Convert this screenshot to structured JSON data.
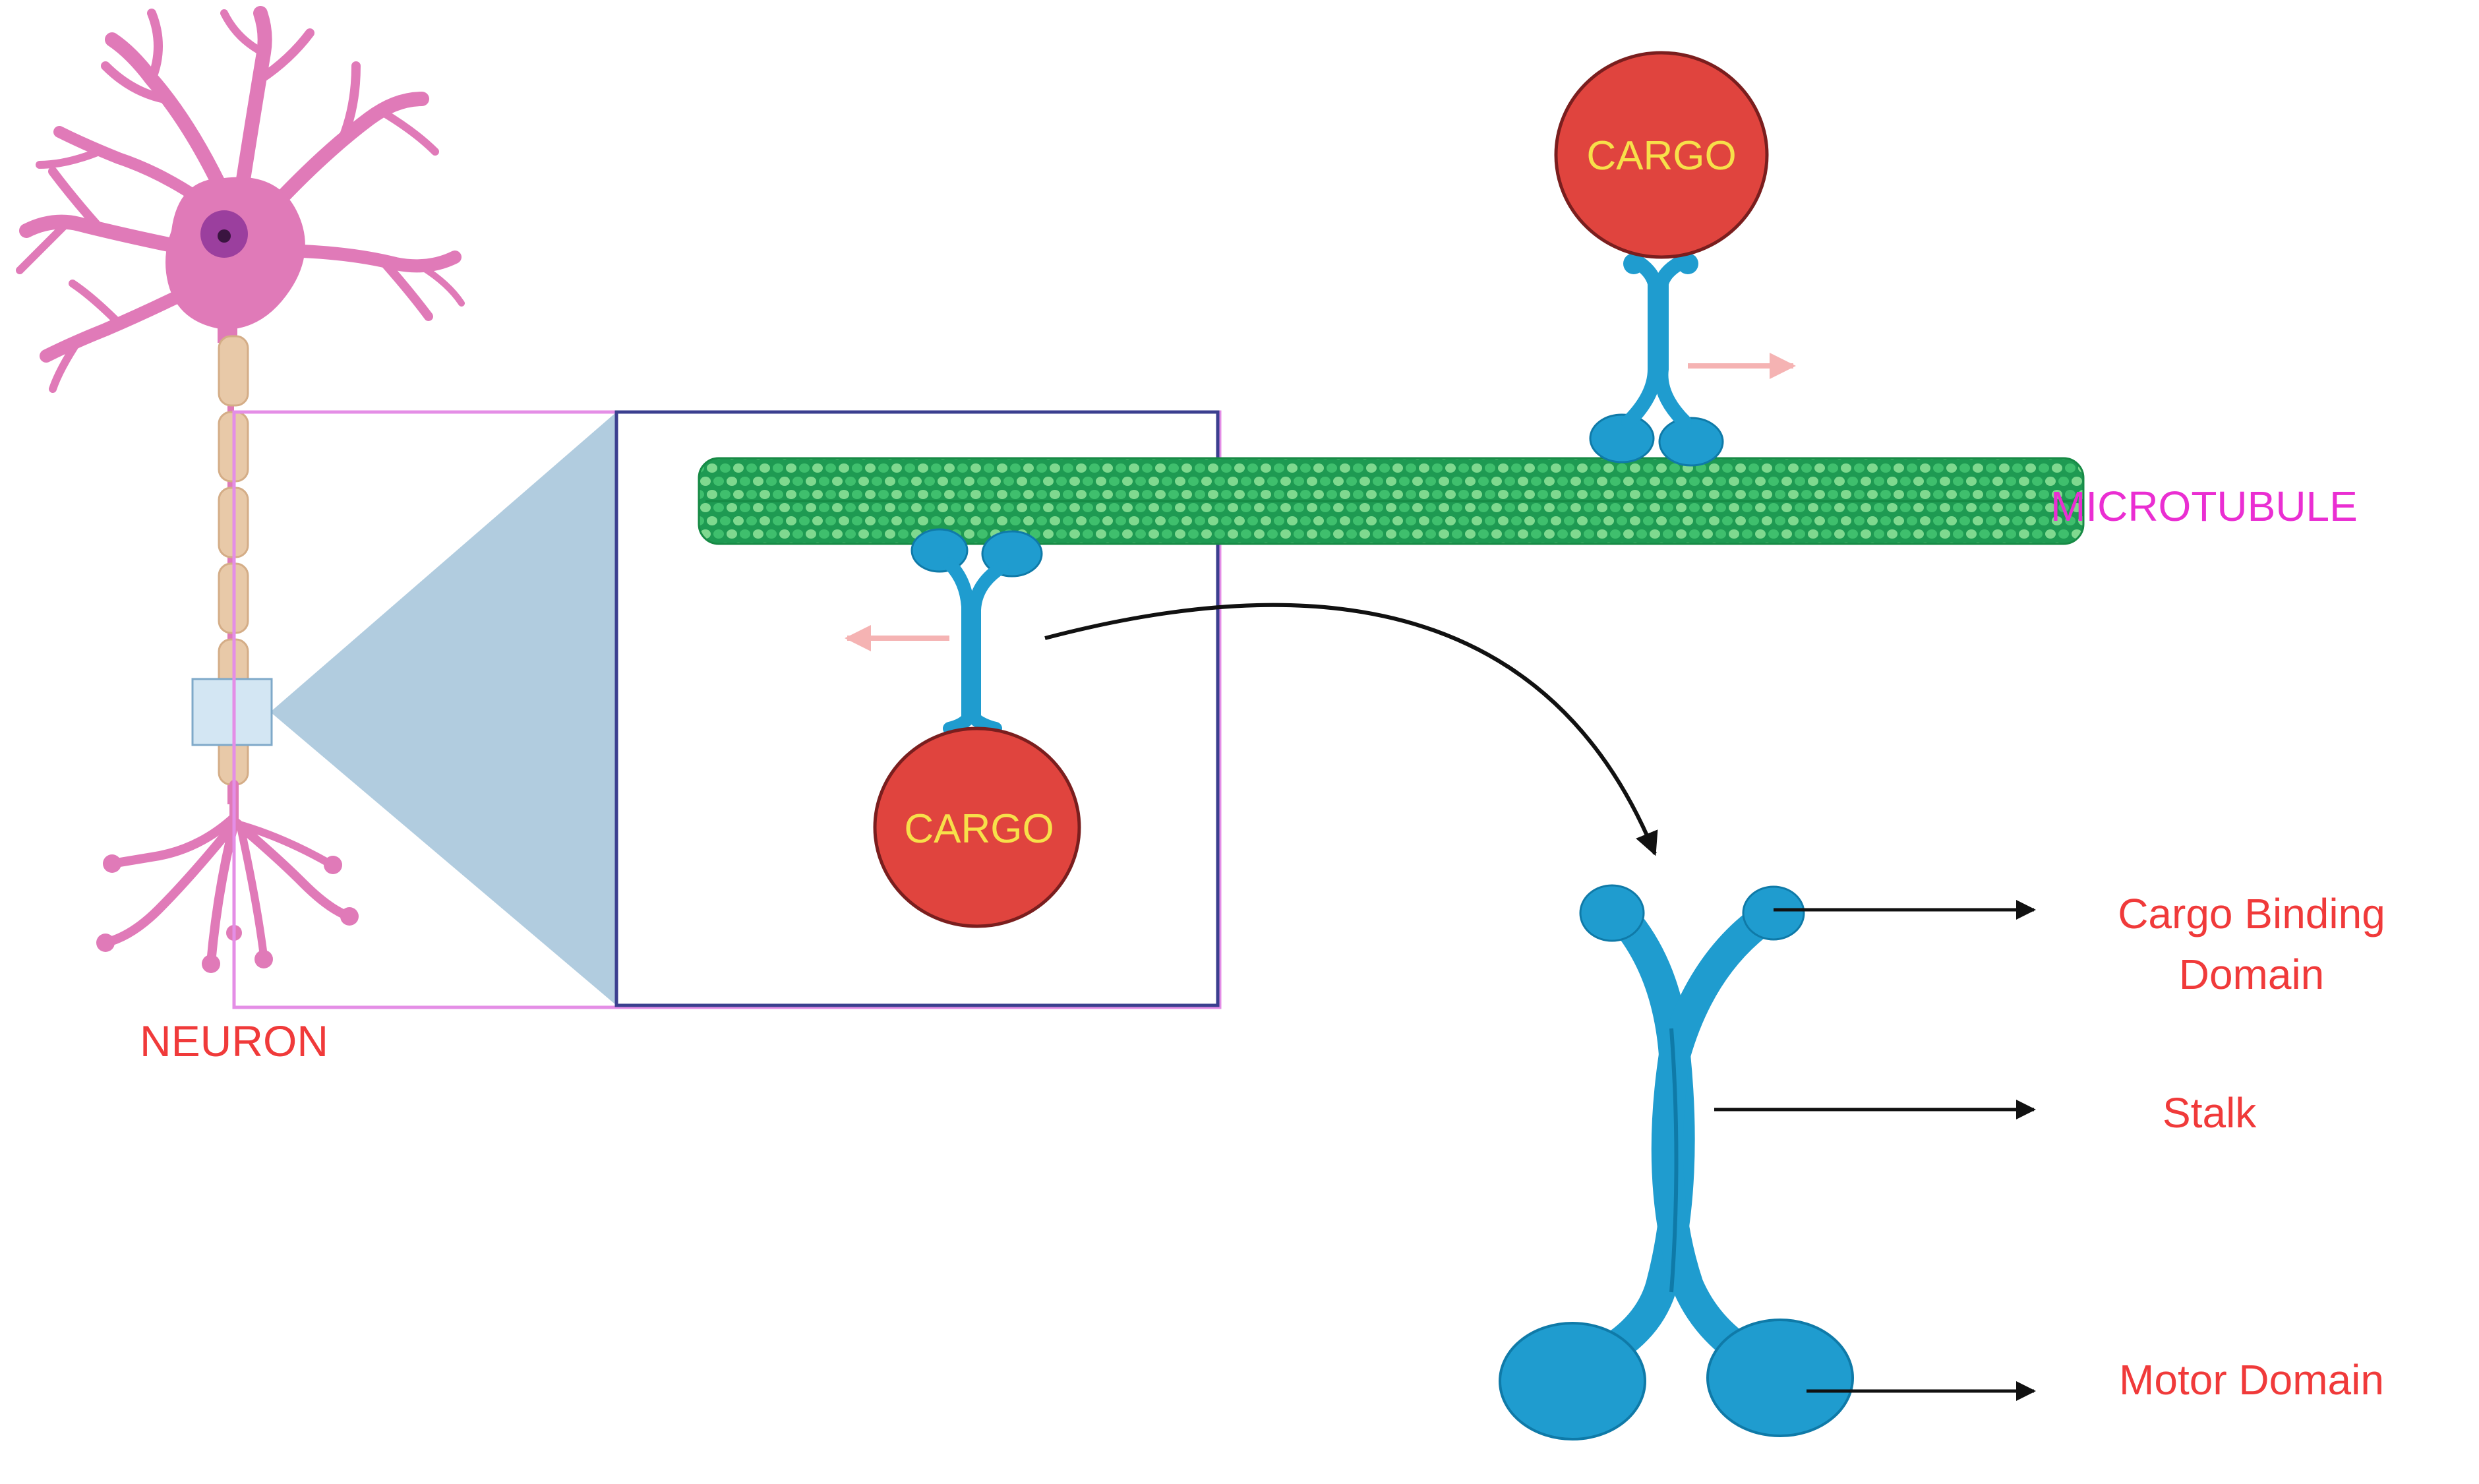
{
  "labels": {
    "neuron": "NEURON",
    "microtubule": "MICROTUBULE",
    "cargo_top": "CARGO",
    "cargo_bottom": "CARGO",
    "cargo_binding_line1": "Cargo Binding",
    "cargo_binding_line2": "Domain",
    "stalk": "Stalk",
    "motor_domain": "Motor Domain"
  },
  "colors": {
    "neuron_body": "#e07ab8",
    "neuron_nucleus": "#9b3f9e",
    "myelin": "#e8c9a8",
    "kinesin": "#1f9ccf",
    "kinesin_dark": "#0f7aa8",
    "cargo_fill": "#e0443e",
    "cargo_text": "#f7e04a",
    "microtubule": "#22a55a",
    "microtubule_light": "#7fd98f",
    "zoom_cone": "#a9c7dc",
    "zoom_frame": "#3b3f8f",
    "pink_frame": "#e48ee6",
    "label_red": "#f03a3a",
    "label_magenta": "#ea2ed2",
    "motion_arrow": "#f5b3b3",
    "callout_arrow": "#111111"
  }
}
